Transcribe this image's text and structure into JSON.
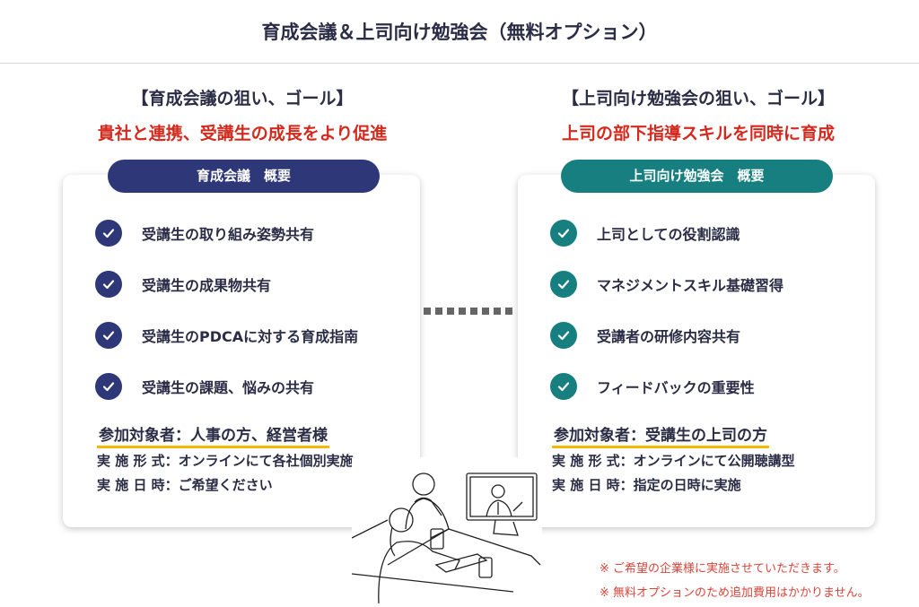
{
  "title": "育成会議＆上司向け勉強会（無料オプション）",
  "left": {
    "aim_heading": "【育成会議の狙い、ゴール】",
    "aim_sub": "貴社と連携、受講生の成長をより促進",
    "pill": "育成会議　概要",
    "color": "#2e3778",
    "items": [
      "受講生の取り組み姿勢共有",
      "受講生の成果物共有",
      "受講生のPDCAに対する育成指南",
      "受講生の課題、悩みの共有"
    ],
    "target": "参加対象者：人事の方、経営者様",
    "format": "実 施 形 式：オンラインにて各社個別実施",
    "datetime": "実 施 日 時：ご希望ください"
  },
  "right": {
    "aim_heading": "【上司向け勉強会の狙い、ゴール】",
    "aim_sub": "上司の部下指導スキルを同時に育成",
    "pill": "上司向け勉強会　概要",
    "color": "#177f80",
    "items": [
      "上司としての役割認識",
      "マネジメントスキル基礎習得",
      "受講者の研修内容共有",
      "フィードバックの重要性"
    ],
    "target": "参加対象者：受講生の上司の方",
    "format": "実 施 形 式：オンラインにて公開聴講型",
    "datetime": "実 施 日 時：指定の日時に実施"
  },
  "notes": [
    "※ ご希望の企業様に実施させていただきます。",
    "※ 無料オプションのため追加費用はかかりません。"
  ]
}
